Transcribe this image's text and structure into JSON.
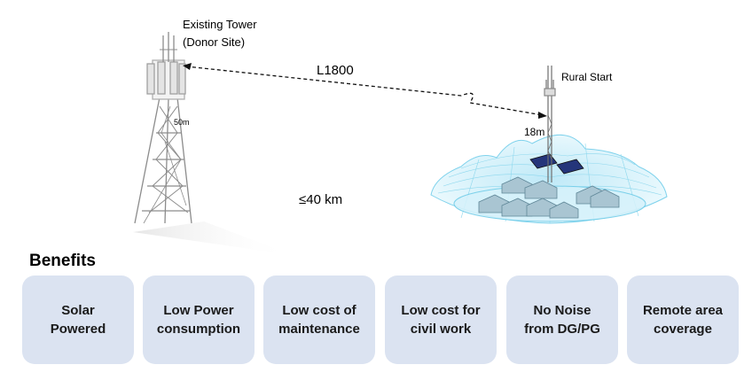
{
  "diagram": {
    "donor_label_line1": "Existing Tower",
    "donor_label_line2": "(Donor Site)",
    "link_label": "L1800",
    "rural_label": "Rural Start",
    "donor_height": "50m",
    "rural_height": "18m",
    "distance": "≤40 km"
  },
  "benefits": {
    "title": "Benefits",
    "cards": [
      {
        "line1": "Solar",
        "line2": "Powered"
      },
      {
        "line1": "Low Power",
        "line2": "consumption"
      },
      {
        "line1": "Low cost of",
        "line2": "maintenance"
      },
      {
        "line1": "Low cost for",
        "line2": "civil work"
      },
      {
        "line1": "No Noise",
        "line2": "from DG/PG"
      },
      {
        "line1": "Remote area",
        "line2": "coverage"
      }
    ]
  }
}
